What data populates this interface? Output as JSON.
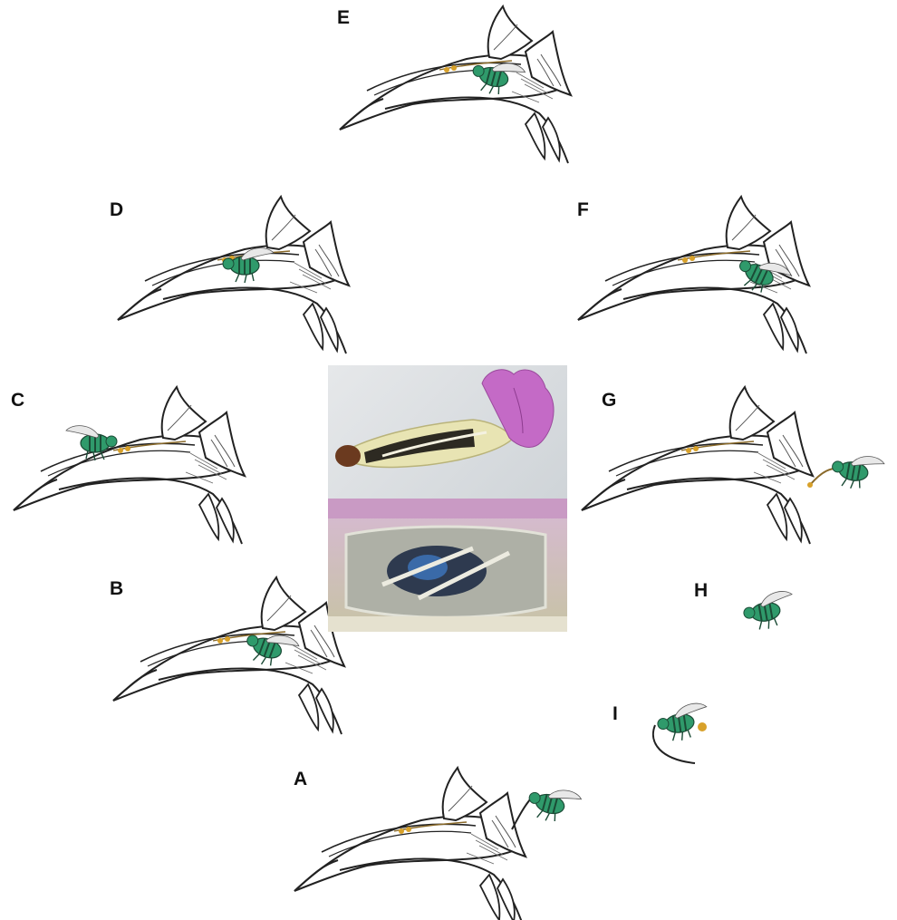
{
  "panels": [
    {
      "id": "E",
      "label": "E",
      "bee_state": "inside-tube-front"
    },
    {
      "id": "D",
      "label": "D",
      "bee_state": "inside-tube-middle"
    },
    {
      "id": "F",
      "label": "F",
      "bee_state": "inside-tube-exiting"
    },
    {
      "id": "C",
      "label": "C",
      "bee_state": "inside-tube-back"
    },
    {
      "id": "G",
      "label": "G",
      "bee_state": "leaving-flower"
    },
    {
      "id": "B",
      "label": "B",
      "bee_state": "entering-tube"
    },
    {
      "id": "H",
      "label": "H",
      "bee_state": "flying-away"
    },
    {
      "id": "I",
      "label": "I",
      "bee_state": "flying-with-pollen"
    },
    {
      "id": "A",
      "label": "A",
      "bee_state": "approaching-flower"
    }
  ],
  "photo": {
    "top_desc_colors": {
      "corolla": "#c46ac6",
      "tube": "#e9e5b8",
      "background": "#d9dde1"
    },
    "bottom_desc_colors": {
      "tube_wall": "#c9a8c6",
      "inside": "#8c9088",
      "bee": "#3a5a8a"
    }
  },
  "colors": {
    "bee_body": "#2f9a6b",
    "bee_stripes": "#1b4b36",
    "pollen": "#d8a12a",
    "outline": "#222222"
  }
}
